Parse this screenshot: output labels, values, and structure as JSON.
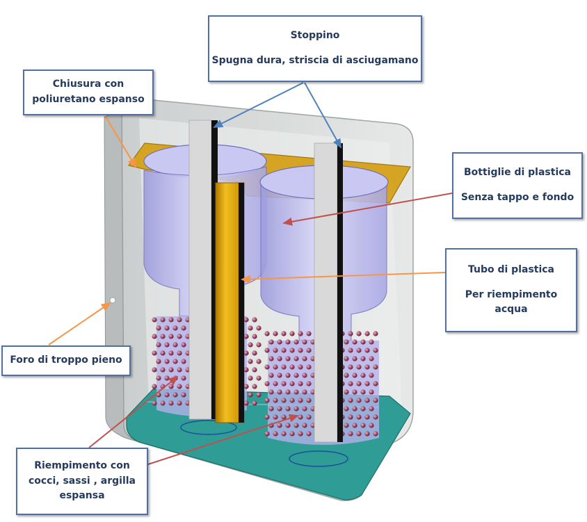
{
  "labels": {
    "stoppino": {
      "title": "Stoppino",
      "subtitle": "Spugna dura, striscia di asciugamano"
    },
    "chiusura": {
      "line1": "Chiusura con",
      "line2": "poliuretano espanso"
    },
    "bottiglie": {
      "title": "Bottiglie di plastica",
      "subtitle": "Senza tappo e fondo"
    },
    "tubo": {
      "title": "Tubo di plastica",
      "line1": "Per riempimento",
      "line2": "acqua"
    },
    "foro": {
      "title": "Foro di troppo pieno"
    },
    "riempimento": {
      "line1": "Riempimento con",
      "line2": "cocci, sassi , argilla",
      "line3": "espansa"
    }
  },
  "colors": {
    "box_border": "#4f6fa6",
    "text": "#253b5e",
    "arrow_blue": "#4f81bd",
    "arrow_orange": "#f79646",
    "arrow_red": "#c0504d",
    "foam": "#d6a11a",
    "tube": "#d9a000",
    "water": "#2f9c96",
    "bottle": "#b9b8ee",
    "beads": "#8a3a5a"
  }
}
